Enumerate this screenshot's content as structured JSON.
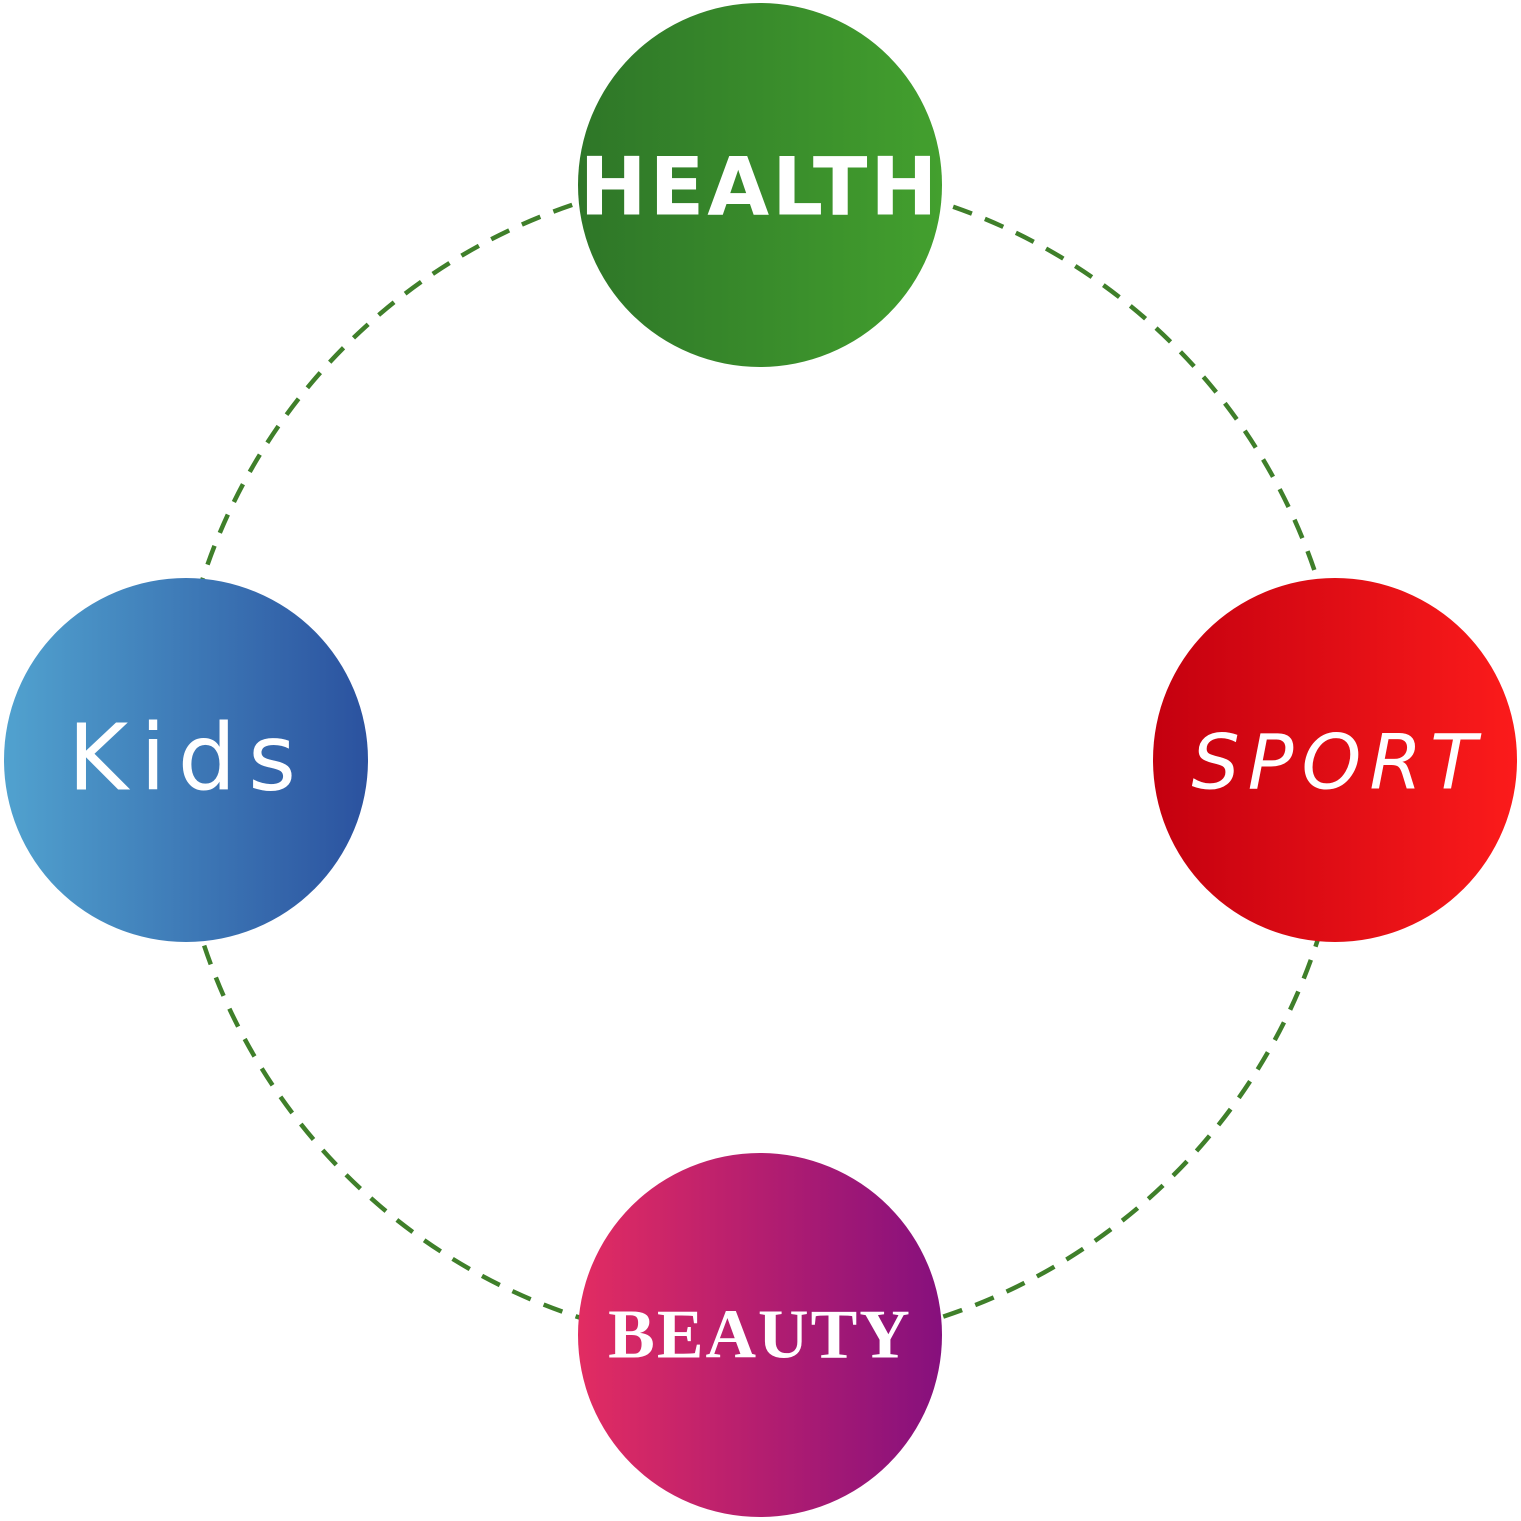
{
  "connector": {
    "color": "#3f7f2a",
    "style": "dashed"
  },
  "nodes": [
    {
      "id": "health",
      "label": "HEALTH",
      "position": "top",
      "colors": [
        "#2e7628",
        "#43a02e"
      ]
    },
    {
      "id": "sport",
      "label": "SPORT",
      "position": "right",
      "colors": [
        "#c4000f",
        "#fc1b1b"
      ]
    },
    {
      "id": "beauty",
      "label": "BEAUTY",
      "position": "bottom",
      "colors": [
        "#e22c62",
        "#86107d"
      ]
    },
    {
      "id": "kids",
      "label": "Kids",
      "position": "left",
      "colors": [
        "#51a2cf",
        "#2b529f"
      ]
    }
  ]
}
